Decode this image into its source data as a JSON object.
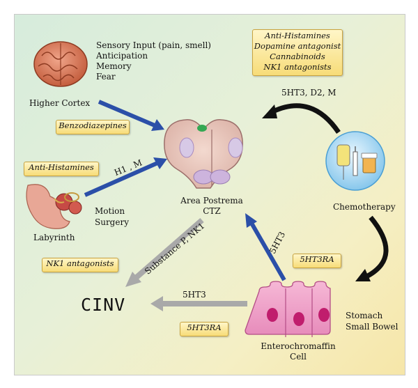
{
  "higher_cortex": {
    "inputs": [
      "Sensory Input (pain, smell)",
      "Anticipation",
      "Memory",
      "Fear"
    ],
    "label": "Higher Cortex"
  },
  "labyrinth": {
    "inputs": [
      "Motion",
      "Surgery"
    ],
    "label": "Labyrinth"
  },
  "area_postrema": {
    "line1": "Area Postrema",
    "line2": "CTZ"
  },
  "chemotherapy": {
    "label": "Chemotherapy"
  },
  "enterochromaffin": {
    "line1": "Enterochromaffin",
    "line2": "Cell"
  },
  "gut": {
    "line1": "Stomach",
    "line2": "Small Bowel"
  },
  "outcome": "CINV",
  "drug_boxes": {
    "benzodiazepines": "Benzodiazepines",
    "antihistamines_labyrinth": "Anti-Histamines",
    "chemo_ctz": [
      "Anti-Histamines",
      "Dopamine antagonist",
      "Cannabinoids",
      "NK1 antagonists"
    ],
    "nk1": "NK1 antagonists",
    "fivehtra_ec": "5HT3RA",
    "fivehtra_bottom": "5HT3RA"
  },
  "pathway_labels": {
    "labyrinth_to_ctz": "H1 , M",
    "chemo_to_ctz": "5HT3, D2, M",
    "ctz_to_cinv": "Substance P, NK1",
    "ec_to_ctz": "5HT3",
    "ec_to_cinv": "5HT3"
  },
  "colors": {
    "blue_arrow": "#2b4fa8",
    "gray_arrow": "#a9a9a9",
    "black_arrow": "#111111",
    "drug_box_fill": "#f7dc78",
    "background_green": "#d6ecdc",
    "background_yellow": "#f6e6a8"
  }
}
